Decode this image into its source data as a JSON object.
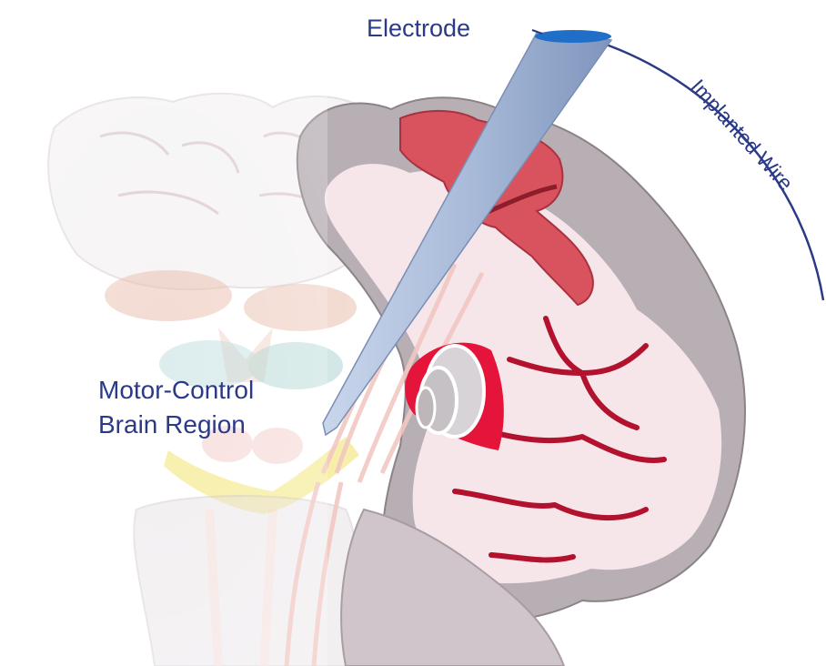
{
  "labels": {
    "electrode": "Electrode",
    "implanted_wire": "Implanted Wire",
    "motor_control_line1": "Motor-Control",
    "motor_control_line2": "Brain Region"
  },
  "colors": {
    "label_text": "#2b3a86",
    "electrode_fill": "#a9bbd9",
    "electrode_cap": "#1f6fc9",
    "wire": "#2b3a86",
    "motor_cortex": "#d9535f",
    "deep_red": "#b3122e",
    "brain_pink": "#f6e6ea",
    "gray_matter": "#b8afb5",
    "target_yellow": "#f6ec9a"
  }
}
